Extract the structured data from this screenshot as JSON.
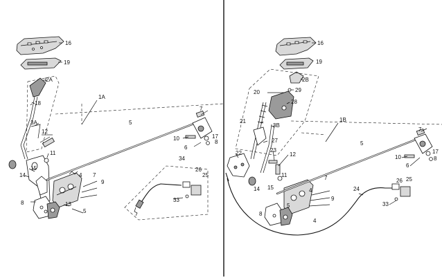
{
  "diagram": {
    "left_panel": {
      "callouts": [
        "16",
        "19",
        "2A",
        "1A",
        "18",
        "3A",
        "12",
        "11",
        "15",
        "14",
        "4",
        "7",
        "9",
        "8",
        "13",
        "5",
        "6",
        "5",
        "17",
        "8",
        "10",
        "7",
        "34",
        "26",
        "25",
        "33"
      ]
    },
    "right_panel": {
      "callouts": [
        "16",
        "19",
        "2B",
        "1B",
        "20",
        "29",
        "28",
        "21",
        "3B",
        "27",
        "23",
        "22",
        "12",
        "11",
        "14",
        "15",
        "4",
        "7",
        "9",
        "8",
        "4",
        "5",
        "6",
        "5",
        "17",
        "8",
        "10",
        "7",
        "24",
        "26",
        "25",
        "33"
      ]
    }
  }
}
